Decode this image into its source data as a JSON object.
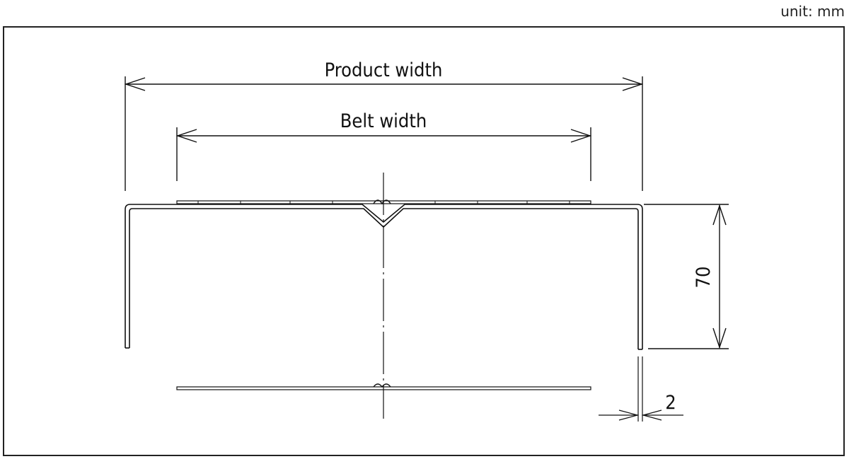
{
  "unit": "unit: mm",
  "labels": {
    "product_width": "Product width",
    "belt_width": "Belt width",
    "height_value": "70",
    "thickness_value": "2"
  }
}
